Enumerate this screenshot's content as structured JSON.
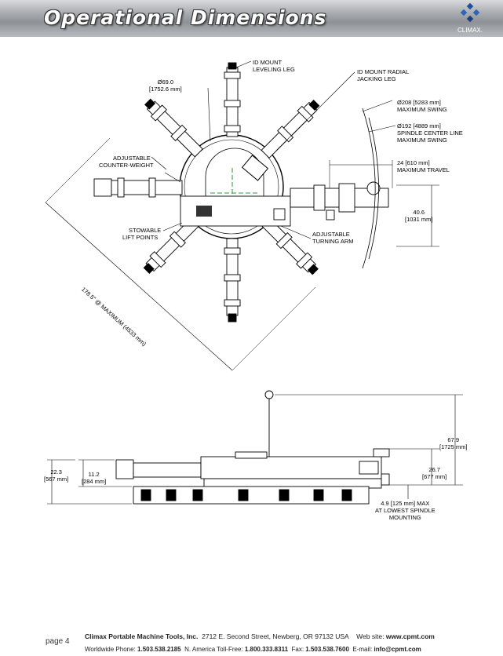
{
  "header": {
    "title": "Operational Dimensions",
    "logo_text": "CLIMAX."
  },
  "labels": {
    "id_mount_leveling_leg": [
      "ID MOUNT",
      "LEVELING LEG"
    ],
    "dia_69": [
      "Ø69.0",
      "[1752.6 mm]"
    ],
    "id_mount_radial_jacking_leg": [
      "ID MOUNT RADIAL",
      "JACKING LEG"
    ],
    "max_swing": [
      "Ø208 [5283 mm]",
      "MAXIMUM SWING"
    ],
    "spindle_swing": [
      "Ø192 [4889 mm]",
      "SPINDLE CENTER LINE",
      "MAXIMUM SWING"
    ],
    "adjustable_counterweight": [
      "ADJUSTABLE",
      "COUNTER-WEIGHT"
    ],
    "max_travel": [
      "24 [610 mm]",
      "MAXIMUM TRAVEL"
    ],
    "dim_40_6": [
      "40.6",
      "[1031 mm]"
    ],
    "stowable_lift_points": [
      "STOWABLE",
      "LIFT POINTS"
    ],
    "adjustable_turning_arm": [
      "ADJUSTABLE",
      "TURNING ARM"
    ],
    "diagonal": "178.5\" @ MAXIMUM (4533 mm)",
    "dim_67_9": [
      "67.9",
      "[1725 mm]"
    ],
    "dim_22_3": [
      "22.3",
      "[567 mm]"
    ],
    "dim_11_2": [
      "11.2",
      "[284 mm]"
    ],
    "dim_26_7": [
      "26.7",
      "[677 mm]"
    ],
    "dim_4_9": [
      "4.9 [125 mm] MAX",
      "AT LOWEST SPINDLE",
      "MOUNTING"
    ]
  },
  "footer": {
    "page": "page 4",
    "company": "Climax Portable Machine Tools, Inc.",
    "address": "2712 E. Second Street, Newberg, OR 97132 USA",
    "web_label": "Web site:",
    "web": "www.cpmt.com",
    "phone_label": "Worldwide Phone:",
    "phone": "1.503.538.2185",
    "tollfree_label": "N. America Toll-Free:",
    "tollfree": "1.800.333.8311",
    "fax_label": "Fax:",
    "fax": "1.503.538.7600",
    "email_label": "E-mail:",
    "email": "info@cpmt.com"
  },
  "colors": {
    "accent_line": "#6a8fc4",
    "header_text": "#ffffff",
    "guide_green": "#2e9a3c"
  }
}
